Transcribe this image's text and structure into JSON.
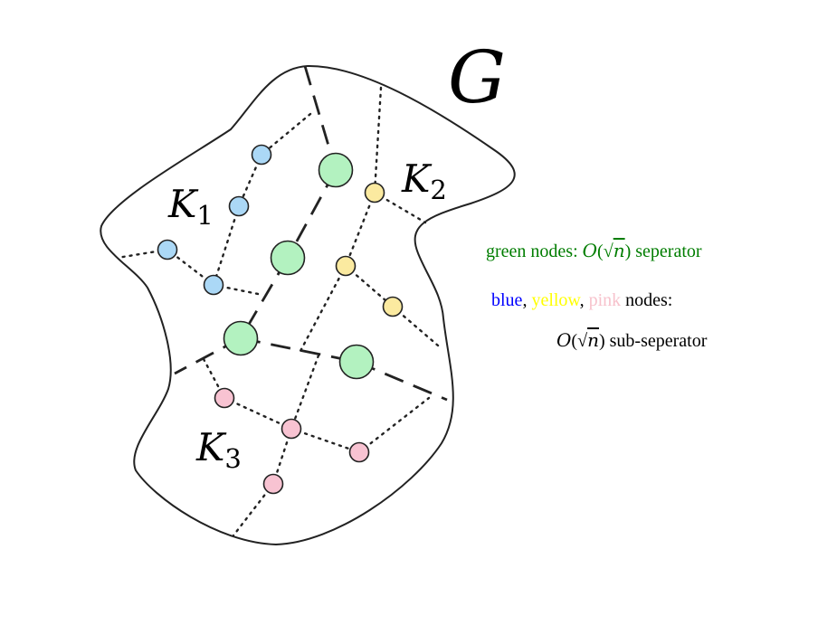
{
  "graph_label": "G",
  "components": {
    "k1": {
      "letter": "K",
      "sub": "1"
    },
    "k2": {
      "letter": "K",
      "sub": "2"
    },
    "k3": {
      "letter": "K",
      "sub": "3"
    }
  },
  "legend": {
    "line1": {
      "lead": "green nodes: ",
      "o": "O",
      "open": "(",
      "sqrt": "√",
      "n": "n",
      "close": ")",
      "rest": " seperator"
    },
    "line2": {
      "blue": "blue",
      "comma1": ", ",
      "yellow": "yellow",
      "comma2": ", ",
      "pink": "pink",
      "rest": " nodes:"
    },
    "line3": {
      "o": "O",
      "open": "(",
      "sqrt": "√",
      "n": "n",
      "close": ")",
      "rest": " sub-seperator"
    }
  },
  "colors": {
    "green_node": "#b3f2c0",
    "blue_node": "#abd8f6",
    "yellow_node": "#fbeaa0",
    "pink_node": "#f8c3d2",
    "legend_green": "#007d00",
    "legend_blue": "#0000ff",
    "legend_yellow": "#ffff00",
    "legend_pink": "#f7c2cc",
    "outline": "#222222"
  }
}
